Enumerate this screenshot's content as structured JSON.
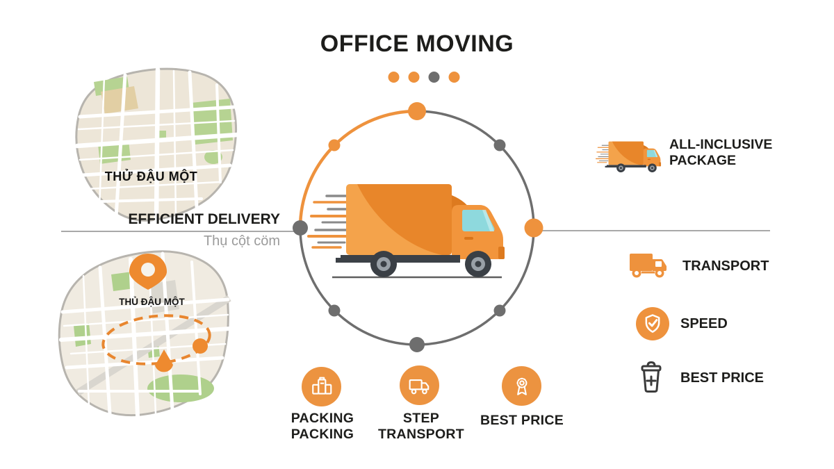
{
  "title": "OFFICE MOVING",
  "title_dots": [
    "#EE923D",
    "#EE923D",
    "#6E6E6E",
    "#EE923D"
  ],
  "colors": {
    "accent_orange": "#EE923D",
    "arc_gray": "#6E6E6E",
    "text_black": "#1D1D1B",
    "muted_gray": "#9B9B9B",
    "map_beige": "#EDE6D8",
    "map_green": "#B6D392",
    "truck_dark": "#3C4147",
    "windshield_teal": "#8ED9DD"
  },
  "maps": {
    "top": {
      "label": "THỬ ĐẬU MỘT"
    },
    "bottom": {
      "label": "THỦ ĐẬU MỘT"
    }
  },
  "delivery": {
    "heading": "EFFICIENT DELIVERY",
    "subheading": "Thụ cột cöm"
  },
  "center": {
    "icon": "speeding-delivery-truck-icon",
    "ring_dots": 8
  },
  "right_panel": {
    "package": {
      "icon": "speeding-truck-icon",
      "line1": "ALL-INCLUSIVE",
      "line2": "PACKAGE"
    },
    "items": [
      {
        "icon": "truck-icon",
        "label": "TRANSPORT"
      },
      {
        "icon": "shield-check-icon",
        "label": "SPEED"
      },
      {
        "icon": "bin-plus-icon",
        "label": "BEST PRICE"
      }
    ]
  },
  "bottom_features": [
    {
      "icon": "packing-boxes-icon",
      "line1": "PACKING",
      "line2": "PACKING"
    },
    {
      "icon": "truck-outline-icon",
      "line1": "STEP",
      "line2": "TRANSPORT"
    },
    {
      "icon": "award-ribbon-icon",
      "line1": "BEST PRICE",
      "line2": ""
    }
  ]
}
